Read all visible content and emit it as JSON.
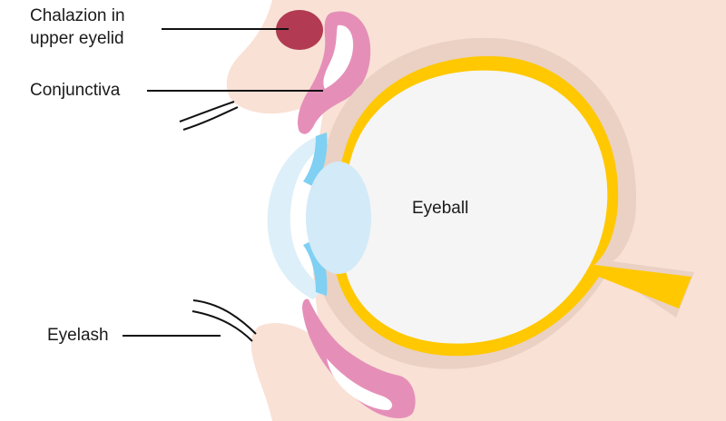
{
  "labels": {
    "chalazion_line1": "Chalazion in",
    "chalazion_line2": "upper eyelid",
    "conjunctiva": "Conjunctiva",
    "eyeball": "Eyeball",
    "eyelash": "Eyelash"
  },
  "colors": {
    "skin": "#f9e1d6",
    "sclera_ring": "#ead1c4",
    "eyeball_fill": "#f5f5f5",
    "retina_yellow": "#ffc800",
    "conjunctiva_pink": "#e58fb8",
    "chalazion": "#b23a52",
    "cornea": "#ddeff9",
    "iris": "#7fd0f2",
    "lens": "#d3eaf8",
    "leader_line": "#111111"
  }
}
